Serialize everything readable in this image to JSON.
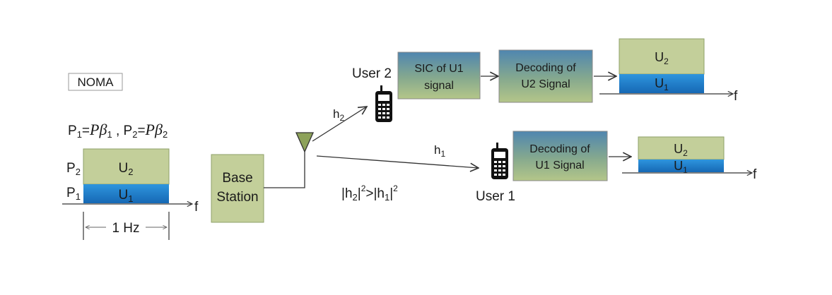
{
  "legend_box": {
    "label": "NOMA"
  },
  "power_formula": {
    "p1": "P",
    "p1_sub": "1",
    "eq1": "=",
    "p1_rhs": "Pβ",
    "p1_rhs_sub": "1",
    "sep": " , ",
    "p2": "P",
    "p2_sub": "2",
    "eq2": "=",
    "p2_rhs": "Pβ",
    "p2_rhs_sub": "2"
  },
  "power_levels": {
    "p2": "P",
    "p2_sub": "2",
    "p1": "P",
    "p1_sub": "1"
  },
  "user_blocks": {
    "u": "U",
    "sub1": "1",
    "sub2": "2"
  },
  "axis": {
    "freq": "f",
    "bandwidth": "1 Hz"
  },
  "base_station": {
    "line1": "Base",
    "line2": "Station"
  },
  "channels": {
    "h": "h",
    "h1_sub": "1",
    "h2_sub": "2",
    "condition": {
      "lbar": "|",
      "h": "h",
      "rbar": "|",
      "sq": "2",
      "gt": ">",
      "h2_sub": "2",
      "h1_sub": "1"
    }
  },
  "user2": {
    "label": "User 2",
    "sic_line1": "SIC of U1",
    "sic_line2": "signal",
    "dec_line1": "Decoding of",
    "dec_line2": "U2 Signal"
  },
  "user1": {
    "label": "User 1",
    "dec_line1": "Decoding of",
    "dec_line2": "U1 Signal"
  },
  "colors": {
    "green_box": "#c3cf9a",
    "blue_box": "#1f7fce",
    "block_gradient_top": "#5f8fb2",
    "block_gradient_bottom": "#a7bf79"
  }
}
